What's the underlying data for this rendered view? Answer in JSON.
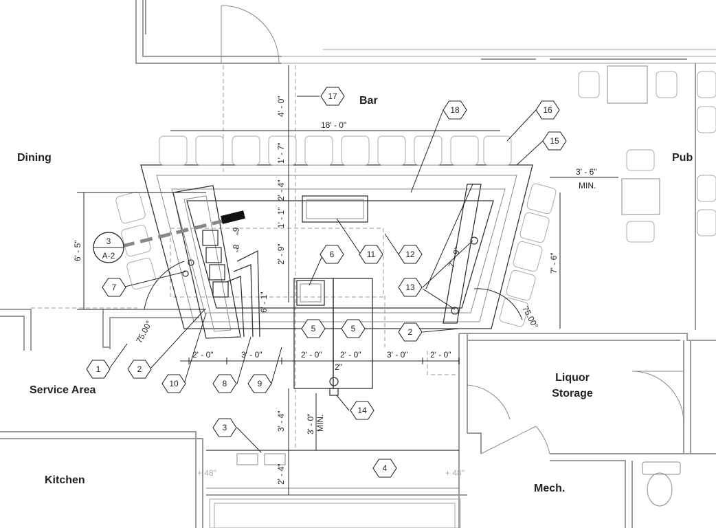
{
  "rooms": {
    "bar": "Bar",
    "dining": "Dining",
    "pub": "Pub",
    "service_area": "Service Area",
    "liquor_storage_line1": "Liquor",
    "liquor_storage_line2": "Storage",
    "kitchen": "Kitchen",
    "mech": "Mech."
  },
  "dimensions": {
    "d_4_0": "4' - 0\"",
    "d_18_0": "18' - 0\"",
    "d_1_7": "1' - 7\"",
    "d_2_4_top": "2' - 4\"",
    "d_1_1": "1' - 1\"",
    "d_2_9": "2' - 9\"",
    "d_6_1": "6' - 1\"",
    "d_6_5": "6' - 5\"",
    "d_6_dia": "6\"",
    "d_8": "8\"",
    "d_7_9": "7' - 9\"",
    "d_7_6": "7' - 6\"",
    "d_3_6": "3' - 6\"",
    "min": "MIN.",
    "d_2_0_a": "2' - 0\"",
    "d_3_0_a": "3' - 0\"",
    "d_2_0_b": "2' - 0\"",
    "d_2_0_c": "2' - 0\"",
    "d_3_0_b": "3' - 0\"",
    "d_2_0_d": "2' - 0\"",
    "d_2_small": "2\"",
    "d_3_4": "3' - 4\"",
    "d_3_0_min": "3' - 0\"",
    "min2": "MIN.",
    "d_2_4_bottom": "2' - 4\"",
    "angle_left": "75.00°",
    "angle_right": "75.00°",
    "plus48_left": "+ 48\"",
    "plus48_right": "+ 48\""
  },
  "section_marker": {
    "number": "3",
    "sheet": "A-2"
  },
  "tags": [
    {
      "id": "17"
    },
    {
      "id": "18"
    },
    {
      "id": "16"
    },
    {
      "id": "15"
    },
    {
      "id": "6"
    },
    {
      "id": "11"
    },
    {
      "id": "12"
    },
    {
      "id": "7"
    },
    {
      "id": "13"
    },
    {
      "id": "5"
    },
    {
      "id": "5"
    },
    {
      "id": "2"
    },
    {
      "id": "1"
    },
    {
      "id": "2"
    },
    {
      "id": "10"
    },
    {
      "id": "8"
    },
    {
      "id": "9"
    },
    {
      "id": "14"
    },
    {
      "id": "3"
    },
    {
      "id": "4"
    }
  ]
}
